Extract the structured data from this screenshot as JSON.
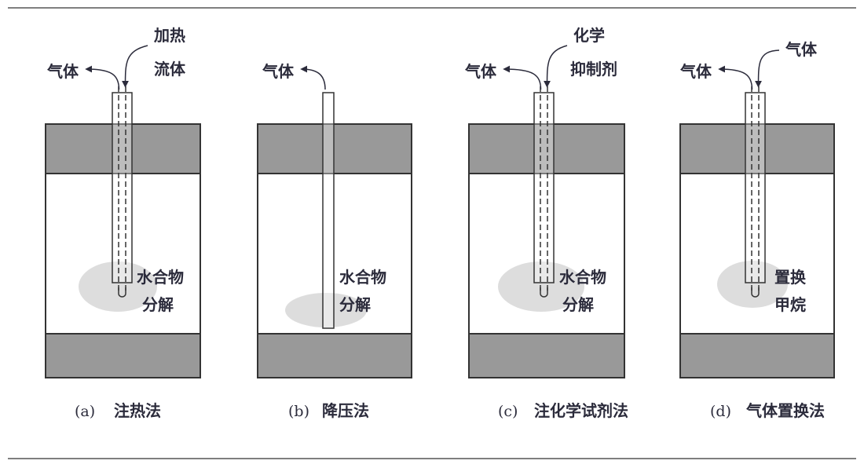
{
  "panels": [
    {
      "id": "a",
      "caption_letter": "(a)",
      "caption": "注热法",
      "gas_label": "气体",
      "inject_label_1": "加热",
      "inject_label_2": "流体",
      "zone_label_1": "水合物",
      "zone_label_2": "分解"
    },
    {
      "id": "b",
      "caption_letter": "(b)",
      "caption": "降压法",
      "gas_label": "气体",
      "zone_label_1": "水合物",
      "zone_label_2": "分解"
    },
    {
      "id": "c",
      "caption_letter": "(c)",
      "caption": "注化学试剂法",
      "gas_label": "气体",
      "inject_label_1": "化学",
      "inject_label_2": "抑制剂",
      "zone_label_1": "水合物",
      "zone_label_2": "分解"
    },
    {
      "id": "d",
      "caption_letter": "(d)",
      "caption": "气体置换法",
      "gas_label": "气体",
      "inject_label_1": "气体",
      "zone_label_1": "置换",
      "zone_label_2": "甲烷"
    }
  ],
  "colors": {
    "layer": "#999999",
    "zone": "#d9d9d9",
    "ink": "#2b2b3b"
  }
}
